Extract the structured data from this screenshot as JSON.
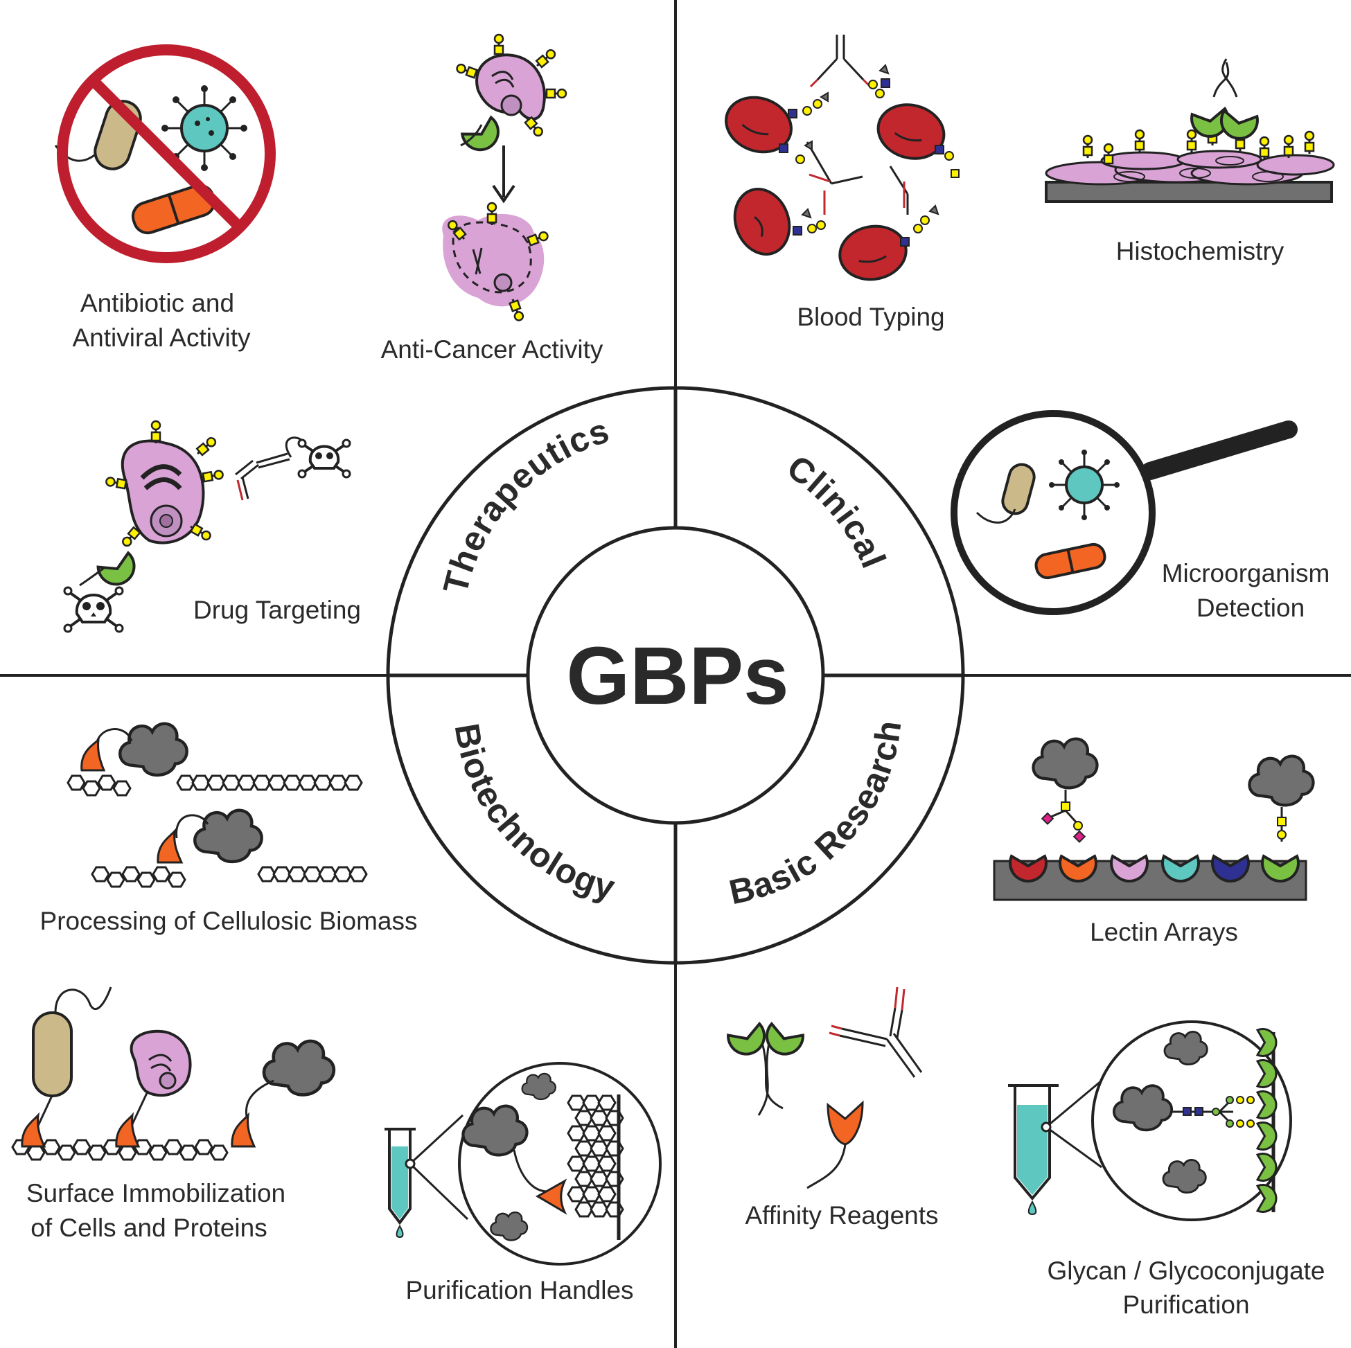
{
  "center_label": "GBPs",
  "categories": {
    "therapeutics": "Therapeutics",
    "clinical": "Clinical",
    "biotechnology": "Biotechnology",
    "basic_research": "Basic Research"
  },
  "applications": {
    "antibiotic_line1": "Antibiotic and",
    "antibiotic_line2": "Antiviral Activity",
    "anti_cancer": "Anti-Cancer Activity",
    "drug_targeting": "Drug Targeting",
    "blood_typing": "Blood Typing",
    "histochemistry": "Histochemistry",
    "microorganism_line1": "Microorganism",
    "microorganism_line2": "Detection",
    "cellulosic": "Processing of Cellulosic Biomass",
    "surface_line1": "Surface Immobilization",
    "surface_line2": "of Cells and Proteins",
    "purification_handles": "Purification Handles",
    "lectin_arrays": "Lectin Arrays",
    "affinity_reagents": "Affinity Reagents",
    "glycan_line1": "Glycan / Glycoconjugate",
    "glycan_line2": "Purification"
  },
  "colors": {
    "red_cell": "#c1272d",
    "cancer_cell": "#d9a3d6",
    "lectin_green": "#7ac143",
    "lectin_orange": "#f26522",
    "virus_teal": "#5ec7c0",
    "bacterium_tan": "#cbb98a",
    "protein_gray": "#707070",
    "no_sign_red": "#be1e2d",
    "glycan_yellow": "#fff200",
    "glycan_blue": "#2e3192",
    "column_fill": "#5ec7c0"
  },
  "icons": [
    "no-entry-icon",
    "bacterium-icon",
    "virus-icon",
    "cancer-cell-icon",
    "skull-icon",
    "red-blood-cell-icon",
    "antibody-icon",
    "magnifier-icon",
    "cellulose-chain-icon",
    "protein-icon",
    "lectin-icon",
    "column-icon",
    "tissue-slide-icon",
    "array-surface-icon"
  ]
}
